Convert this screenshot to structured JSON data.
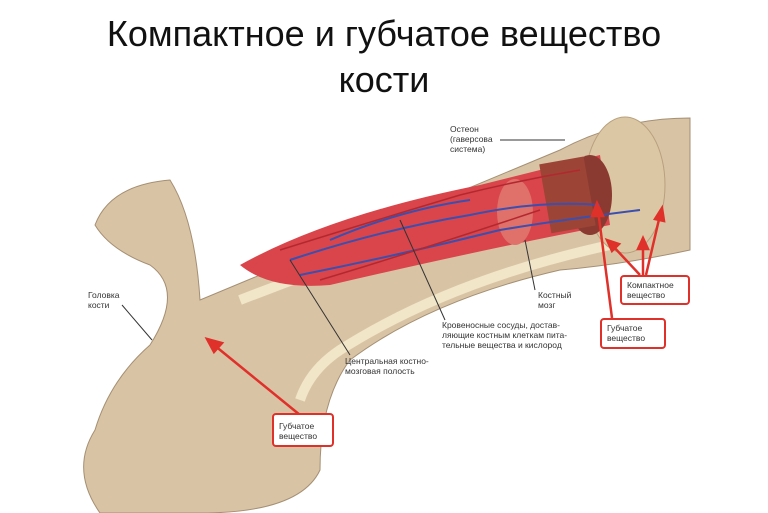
{
  "title": {
    "line1": "Компактное и губчатое вещество",
    "line2": "кости"
  },
  "labels": {
    "osteon": [
      "Остеон",
      "(гаверсова",
      "система)"
    ],
    "head": [
      "Головка",
      "кости"
    ],
    "cavity": [
      "Центральная костно-",
      "мозговая полость"
    ],
    "vessels": [
      "Кровеносные сосуды, достав-",
      "ляющие костным клеткам пита-",
      "тельные вещества и кислород"
    ],
    "marrow": [
      "Костный",
      "мозг"
    ]
  },
  "boxes": {
    "compact": [
      "Компактное",
      "вещество"
    ],
    "spongy_right": [
      "Губчатое",
      "вещество"
    ],
    "spongy_left": [
      "Губчатое",
      "вещество"
    ]
  },
  "colors": {
    "accent": "#e0302a",
    "bone": "#d9c3a5",
    "marrow": "#d9454a",
    "vessel": "#3a4fb0"
  }
}
